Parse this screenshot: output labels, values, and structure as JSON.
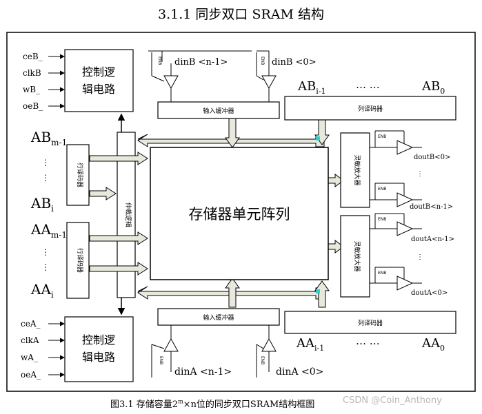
{
  "heading": "3.1.1 同步双口 SRAM 结构",
  "caption": {
    "prefix": "图3.1 存储容量2",
    "sup": "m",
    "suffix": "×n位的同步双口SRAM结构框图"
  },
  "watermark": "CSDN @Coin_Anthony",
  "ctrl_b": {
    "signals": [
      "ceB_",
      "clkB",
      "wB_",
      "oeB_"
    ],
    "line1": "控制逻",
    "line2": "辑电路"
  },
  "ctrl_a": {
    "signals": [
      "ceA_",
      "clkA",
      "wA_",
      "oeA_"
    ],
    "line1": "控制逻",
    "line2": "辑电路"
  },
  "din_b": {
    "high": "dinB <n-1>",
    "low": "dinB <0>",
    "buffer": "输入缓冲器"
  },
  "din_a": {
    "high": "dinA <n-1>",
    "low": "dinA <0>",
    "buffer": "输入缓冲器"
  },
  "ab_top": {
    "base": "AB",
    "sub_high": "i-1",
    "dots": "… …",
    "sub_low": "0",
    "decoder": "列译码器"
  },
  "aa_bottom": {
    "base": "AA",
    "sub_high": "i-1",
    "dots": "… …",
    "sub_low": "0",
    "decoder": "列译码器"
  },
  "ab_left": {
    "base": "AB",
    "sub_high": "m-1",
    "sub_low": "i",
    "decoder": "行译码器"
  },
  "aa_left": {
    "base": "AA",
    "sub_high": "m-1",
    "sub_low": "i",
    "decoder": "行译码器"
  },
  "arbiter": "仲裁逻辑",
  "memory_array": "存储器单元阵列",
  "sense_b": "灵敏放大器",
  "sense_a": "灵敏放大器",
  "dout_b": {
    "high": "doutB<0>",
    "low": "doutB<n-1>"
  },
  "dout_a": {
    "high": "doutA<n-1>",
    "low": "doutA<0>"
  },
  "enb": "ENB"
}
